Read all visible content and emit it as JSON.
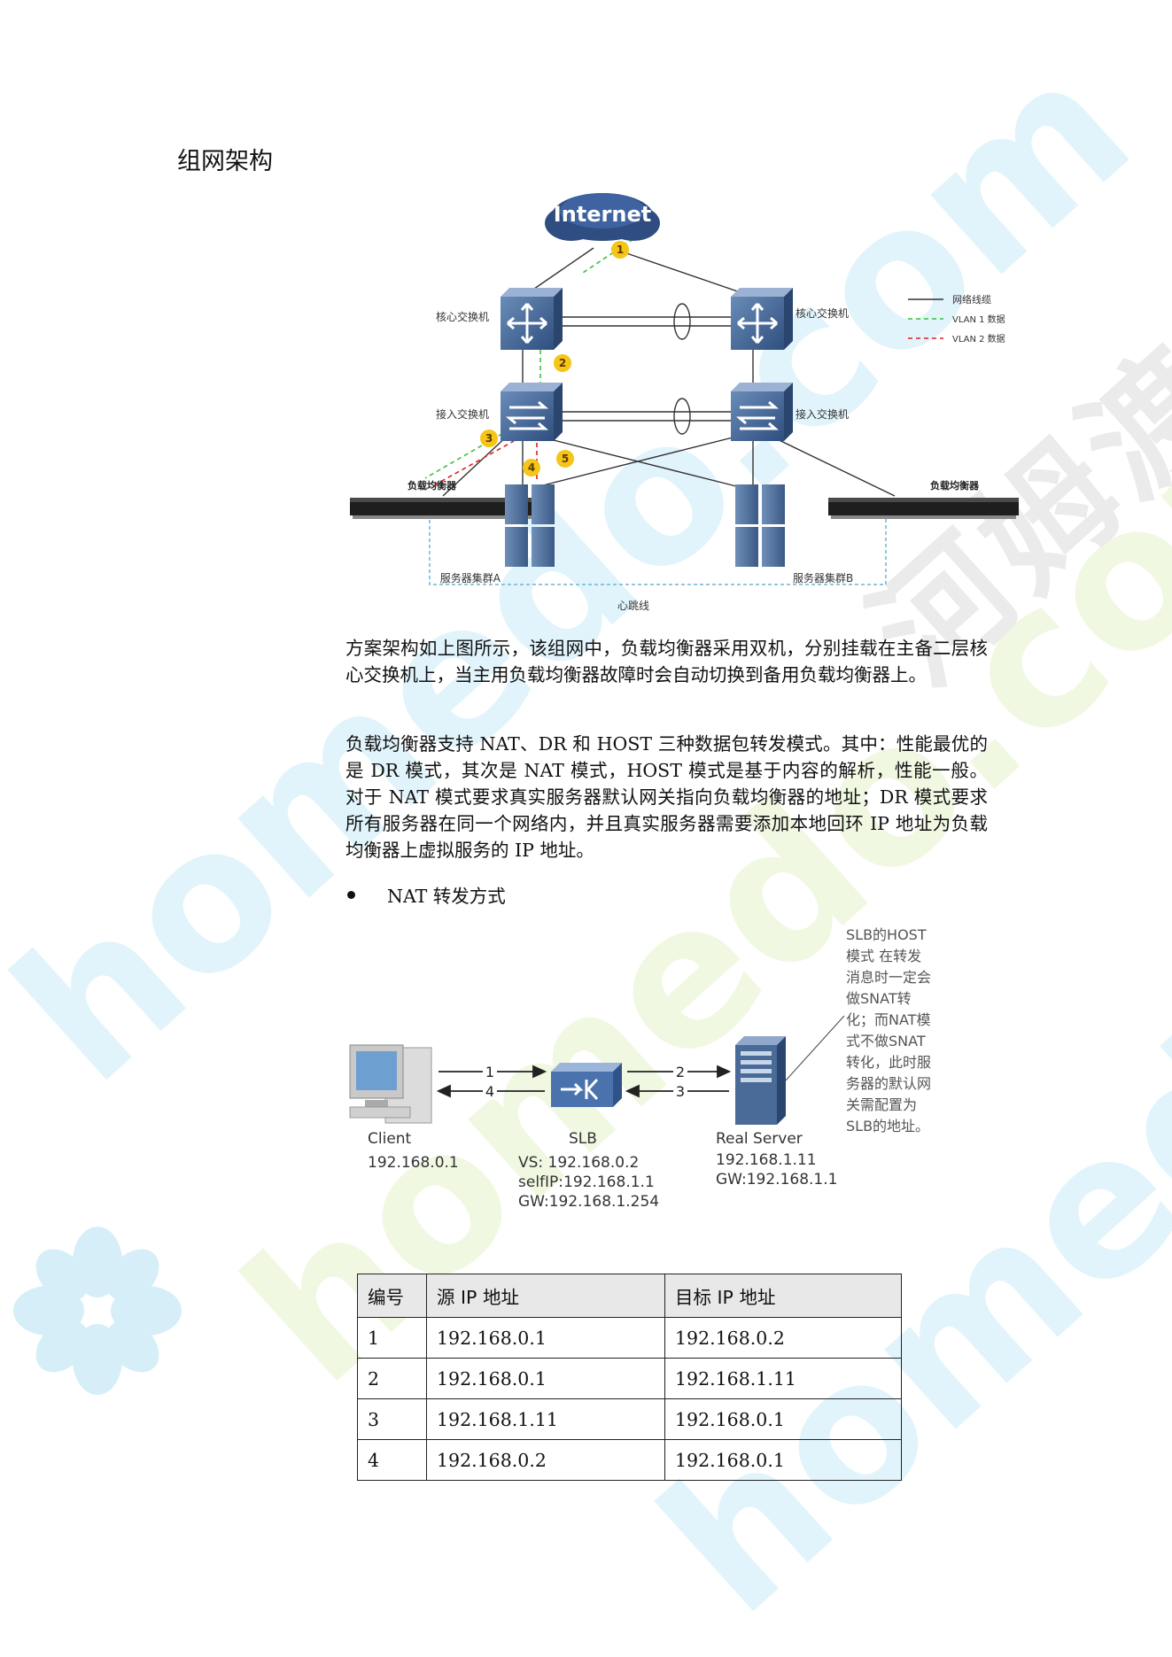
{
  "section_title": "组网架构",
  "watermark": {
    "text_latin": "homedo.com",
    "text_cn": "河姆渡"
  },
  "topology": {
    "internet": "Internet",
    "core_switch_left": "核心交换机",
    "core_switch_right": "核心交换机",
    "access_switch_left": "接入交换机",
    "access_switch_right": "接入交换机",
    "lb_left": "负载均衡器",
    "lb_right": "负载均衡器",
    "cluster_a": "服务器集群A",
    "cluster_b": "服务器集群B",
    "heartbeat": "心跳线",
    "steps": [
      "1",
      "2",
      "3",
      "4",
      "5"
    ],
    "legend": [
      {
        "label": "网络线缆",
        "color": "#333333",
        "style": "solid"
      },
      {
        "label": "VLAN 1 数据",
        "color": "#3cc23c",
        "style": "dashed"
      },
      {
        "label": "VLAN 2 数据",
        "color": "#e02020",
        "style": "dashed"
      }
    ]
  },
  "paragraphs": [
    "方案架构如上图所示，该组网中，负载均衡器采用双机，分别挂载在主备二层核心交换机上，当主用负载均衡器故障时会自动切换到备用负载均衡器上。",
    "负载均衡器支持 NAT、DR 和 HOST 三种数据包转发模式。其中：性能最优的是 DR 模式，其次是 NAT 模式，HOST 模式是基于内容的解析，性能一般。对于 NAT 模式要求真实服务器默认网关指向负载均衡器的地址；DR 模式要求所有服务器在同一个网络内，并且真实服务器需要添加本地回环 IP 地址为负载均衡器上虚拟服务的 IP 地址。"
  ],
  "bullet": "NAT 转发方式",
  "nat_diagram": {
    "client_label": "Client",
    "client_ip": "192.168.0.1",
    "slb_label": "SLB",
    "slb_vs": "VS: 192.168.0.2",
    "slb_selfip": "selfIP:192.168.1.1",
    "slb_gw": "GW:192.168.1.254",
    "server_label": "Real Server",
    "server_ip": "192.168.1.11",
    "server_gw": "GW:192.168.1.1",
    "arrows": [
      "1",
      "4",
      "2",
      "3"
    ],
    "note_lines": [
      "SLB的HOST",
      "模式 在转发",
      "消息时一定会",
      "做SNAT转",
      "化；而NAT模",
      "式不做SNAT",
      "转化，此时服",
      "务器的默认网",
      "关需配置为",
      "SLB的地址。"
    ]
  },
  "table": {
    "headers": [
      "编号",
      "源 IP 地址",
      "目标 IP 地址"
    ],
    "rows": [
      [
        "1",
        "192.168.0.1",
        "192.168.0.2"
      ],
      [
        "2",
        "192.168.0.1",
        "192.168.1.11"
      ],
      [
        "3",
        "192.168.1.11",
        "192.168.0.1"
      ],
      [
        "4",
        "192.168.0.2",
        "192.168.0.1"
      ]
    ]
  }
}
